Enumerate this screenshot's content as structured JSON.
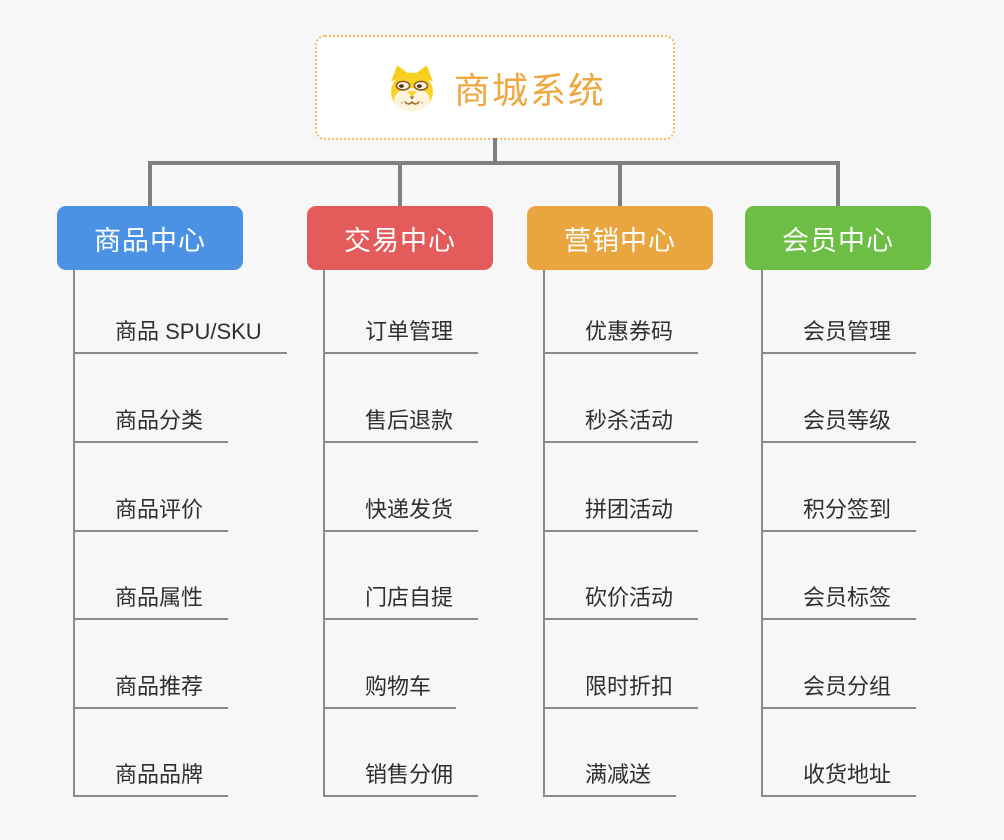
{
  "root": {
    "title": "商城系统",
    "icon": "dog-face-icon"
  },
  "branches": [
    {
      "label": "商品中心",
      "color": "#4B92E5",
      "items": [
        "商品 SPU/SKU",
        "商品分类",
        "商品评价",
        "商品属性",
        "商品推荐",
        "商品品牌"
      ]
    },
    {
      "label": "交易中心",
      "color": "#E45B5B",
      "items": [
        "订单管理",
        "售后退款",
        "快递发货",
        "门店自提",
        "购物车",
        "销售分佣"
      ]
    },
    {
      "label": "营销中心",
      "color": "#E9A63E",
      "items": [
        "优惠券码",
        "秒杀活动",
        "拼团活动",
        "砍价活动",
        "限时折扣",
        "满减送"
      ]
    },
    {
      "label": "会员中心",
      "color": "#6CBE44",
      "items": [
        "会员管理",
        "会员等级",
        "积分签到",
        "会员标签",
        "会员分组",
        "收货地址"
      ]
    }
  ],
  "colors": {
    "background": "#F7F7F7",
    "connector": "#7F7F7F",
    "leaf_line": "#8A8A8A",
    "root_text": "#EFA73F",
    "root_border": "#F2BA5F",
    "leaf_text": "#2F2F2F"
  }
}
